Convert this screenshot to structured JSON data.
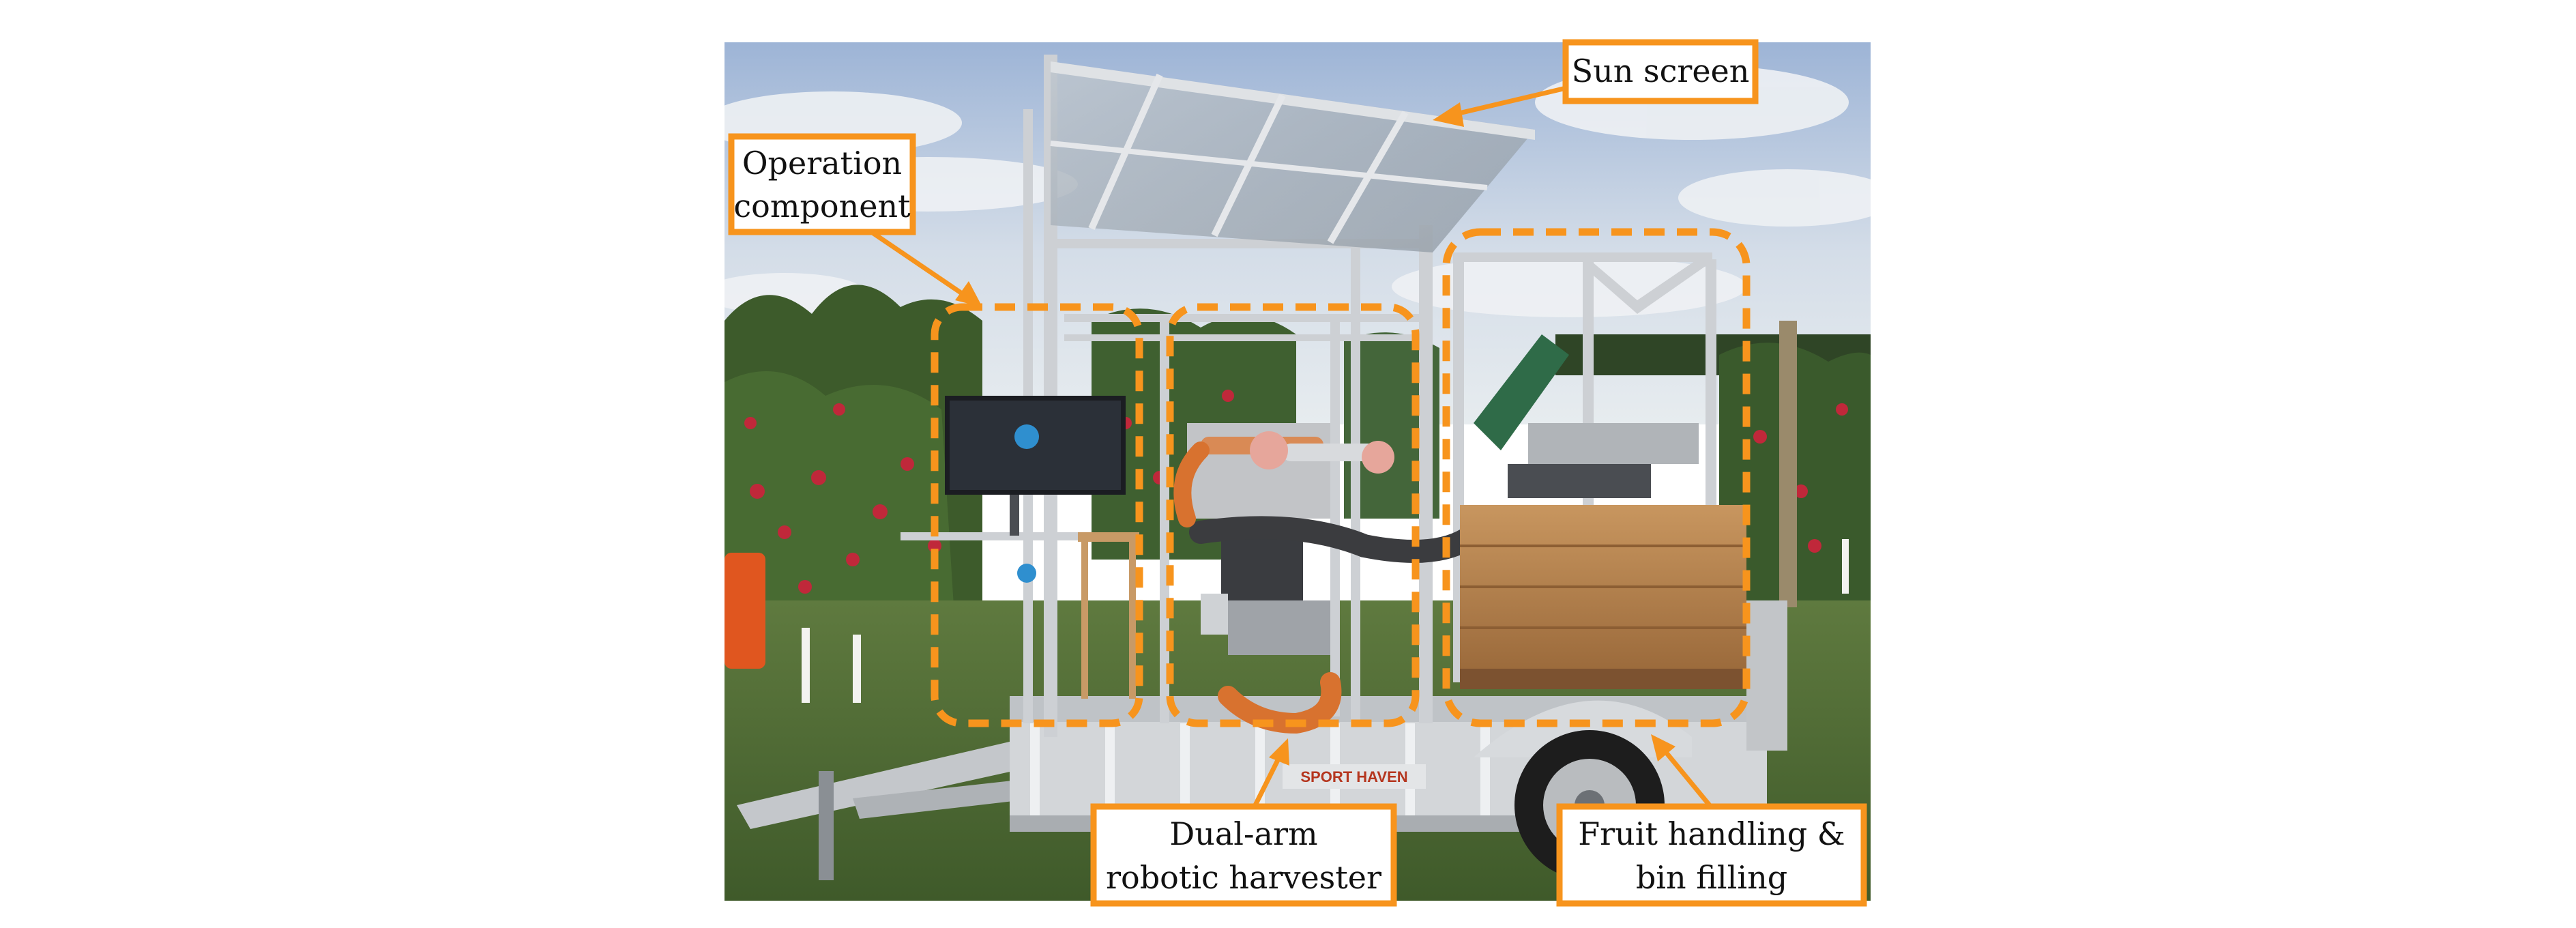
{
  "figure": {
    "labels": {
      "sun_screen": "Sun screen",
      "operation_line1": "Operation",
      "operation_line2": "component",
      "dual_arm_line1": "Dual-arm",
      "dual_arm_line2": "robotic harvester",
      "fruit_line1": "Fruit handling &",
      "fruit_line2": "bin filling"
    },
    "trailer_brand": "SPORT HAVEN",
    "colors": {
      "accent": "#f7941d",
      "sky_top": "#9fb6d8",
      "sky_bottom": "#dfe7ef",
      "foliage": "#3e5f2b",
      "grass": "#55703a",
      "frame": "#c9ccd0",
      "wood": "#b88552",
      "tube": "#d8722f"
    }
  }
}
